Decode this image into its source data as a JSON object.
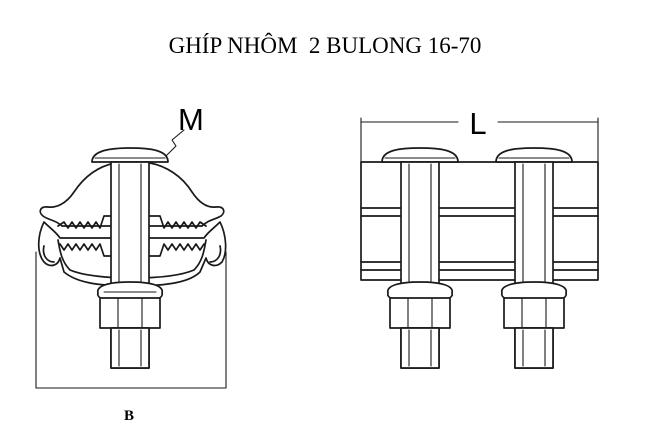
{
  "title": "GHÍP NHÔM  2 BULONG 16-70",
  "labels": {
    "m": "M",
    "l": "L",
    "b": "B"
  },
  "icons": {
    "end_view": "clamp-end-view-drawing",
    "side_view": "clamp-side-view-drawing"
  },
  "colors": {
    "line": "#1a1a1a",
    "background": "#ffffff"
  }
}
